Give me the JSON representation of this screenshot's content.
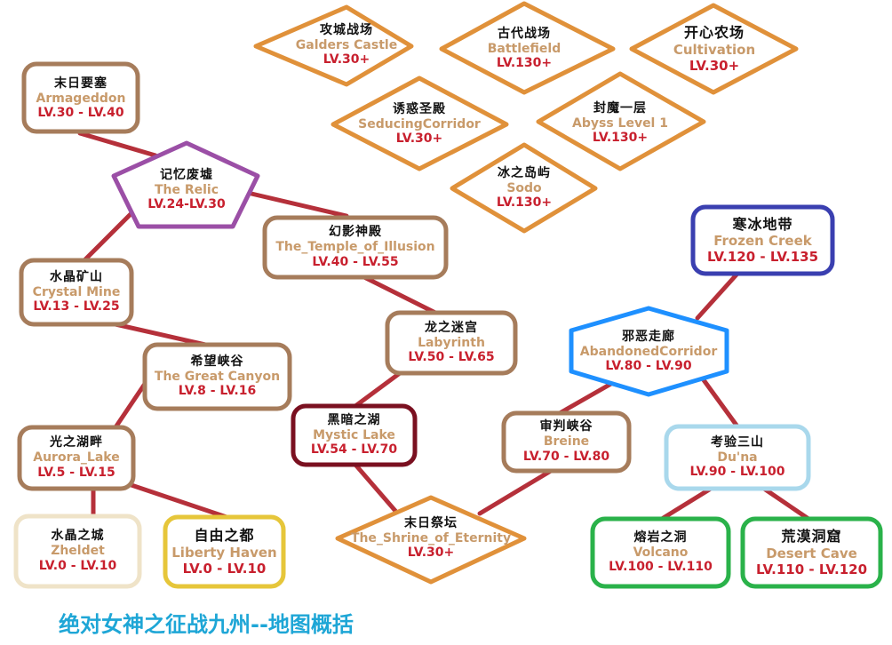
{
  "title": "绝对女神之征战九州--地图概括",
  "colors": {
    "edge": "#b5303a",
    "brown": "#a67c5b",
    "orange": "#e0913a",
    "purple": "#9b4fa6",
    "darkred": "#7a1020",
    "beige": "#efe3c8",
    "yellow": "#e6c63a",
    "blue": "#1e90ff",
    "navy": "#3a3fb0",
    "lightblue": "#a9d8ec",
    "green": "#2ab24a"
  },
  "nodes": {
    "galders": {
      "cn": "攻城战场",
      "en": "Galders Castle",
      "lv": "LV.30+"
    },
    "battlefield": {
      "cn": "古代战场",
      "en": "Battlefield",
      "lv": "LV.130+"
    },
    "cultivation": {
      "cn": "开心农场",
      "en": "Cultivation",
      "lv": "LV.30+"
    },
    "seducing": {
      "cn": "诱惑圣殿",
      "en": "SeducingCorridor",
      "lv": "LV.30+"
    },
    "abyss": {
      "cn": "封魔一层",
      "en": "Abyss Level 1",
      "lv": "LV.130+"
    },
    "sodo": {
      "cn": "冰之岛屿",
      "en": "Sodo",
      "lv": "LV.130+"
    },
    "armageddon": {
      "cn": "末日要塞",
      "en": "Armageddon",
      "lv": "LV.30 - LV.40"
    },
    "relic": {
      "cn": "记忆废墟",
      "en": "The Relic",
      "lv": "LV.24-LV.30"
    },
    "temple": {
      "cn": "幻影神殿",
      "en": "The_Temple_of_Illusion",
      "lv": "LV.40 - LV.55"
    },
    "crystal": {
      "cn": "水晶矿山",
      "en": "Crystal Mine",
      "lv": "LV.13 - LV.25"
    },
    "canyon": {
      "cn": "希望峡谷",
      "en": "The Great Canyon",
      "lv": "LV.8 - LV.16"
    },
    "labyrinth": {
      "cn": "龙之迷宫",
      "en": "Labyrinth",
      "lv": "LV.50 - LV.65"
    },
    "mystic": {
      "cn": "黑暗之湖",
      "en": "Mystic Lake",
      "lv": "LV.54 - LV.70"
    },
    "aurora": {
      "cn": "光之湖畔",
      "en": "Aurora_Lake",
      "lv": "LV.5 - LV.15"
    },
    "zheldet": {
      "cn": "水晶之城",
      "en": "Zheldet",
      "lv": "LV.0 - LV.10"
    },
    "liberty": {
      "cn": "自由之都",
      "en": "Liberty Haven",
      "lv": "LV.0 - LV.10"
    },
    "shrine": {
      "cn": "末日祭坛",
      "en": "The_Shrine_of_Eternity",
      "lv": "LV.30+"
    },
    "breine": {
      "cn": "审判峡谷",
      "en": "Breine",
      "lv": "LV.70 - LV.80"
    },
    "abandoned": {
      "cn": "邪恶走廊",
      "en": "AbandonedCorridor",
      "lv": "LV.80 - LV.90"
    },
    "frozen": {
      "cn": "寒冰地带",
      "en": "Frozen Creek",
      "lv": "LV.120 - LV.135"
    },
    "duna": {
      "cn": "考验三山",
      "en": "Du'na",
      "lv": "LV.90 - LV.100"
    },
    "volcano": {
      "cn": "熔岩之洞",
      "en": "Volcano",
      "lv": "LV.100 - LV.110"
    },
    "desert": {
      "cn": "荒漠洞窟",
      "en": "Desert Cave",
      "lv": "LV.110 - LV.120"
    }
  }
}
